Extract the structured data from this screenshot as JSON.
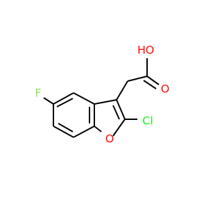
{
  "molecule": {
    "atoms": {
      "hydroxyl_h": {
        "text": "H",
        "color": "#ff0d0d"
      },
      "hydroxyl_o": {
        "text": "O",
        "color": "#ff0d0d"
      },
      "carbonyl_o": {
        "text": "O",
        "color": "#ff0d0d"
      },
      "ring_o": {
        "text": "O",
        "color": "#ff0d0d"
      },
      "fluorine": {
        "text": "F",
        "color": "#90e050"
      },
      "chlorine": {
        "text": "Cl",
        "color": "#1ff01f"
      }
    }
  }
}
